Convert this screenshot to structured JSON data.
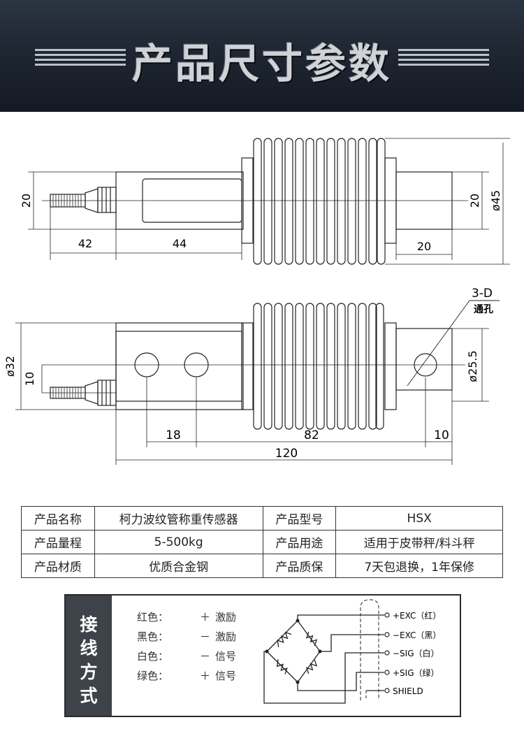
{
  "header": {
    "title": "产品尺寸参数"
  },
  "drawing_top": {
    "dim_left_height": "20",
    "dim_cable_length": "42",
    "dim_body_length": "44",
    "dim_end_length": "20",
    "dim_end_height": "20",
    "dim_diameter": "ø45"
  },
  "drawing_side": {
    "dim_height": "ø32",
    "dim_offset": "10",
    "dim_hole_spacing_left": "18",
    "dim_hole_spacing_mid": "82",
    "dim_hole_spacing_right": "10",
    "dim_total_length": "120",
    "dim_hole_diameter": "ø25.5",
    "hole_label": "3-D",
    "hole_note": "通孔"
  },
  "spec_table": {
    "rows": [
      [
        {
          "k": "产品名称",
          "v": "柯力波纹管称重传感器"
        },
        {
          "k": "产品型号",
          "v": "HSX"
        }
      ],
      [
        {
          "k": "产品量程",
          "v": "5-500kg"
        },
        {
          "k": "产品用途",
          "v": "适用于皮带秤/料斗秤"
        }
      ],
      [
        {
          "k": "产品材质",
          "v": "优质合金钢"
        },
        {
          "k": "产品质保",
          "v": "7天包退换，1年保修"
        }
      ]
    ]
  },
  "wiring": {
    "side_title": [
      "接",
      "线",
      "方",
      "式"
    ],
    "legend": [
      {
        "color": "红色：",
        "sign": "＋",
        "meaning": "激励"
      },
      {
        "color": "黑色：",
        "sign": "－",
        "meaning": "激励"
      },
      {
        "color": "白色：",
        "sign": "－",
        "meaning": "信号"
      },
      {
        "color": "绿色：",
        "sign": "＋",
        "meaning": "信号"
      }
    ],
    "terminals": [
      "+EXC（红）",
      "−EXC（黑）",
      "−SIG（白）",
      "+SIG（绿）",
      "SHIELD"
    ]
  }
}
